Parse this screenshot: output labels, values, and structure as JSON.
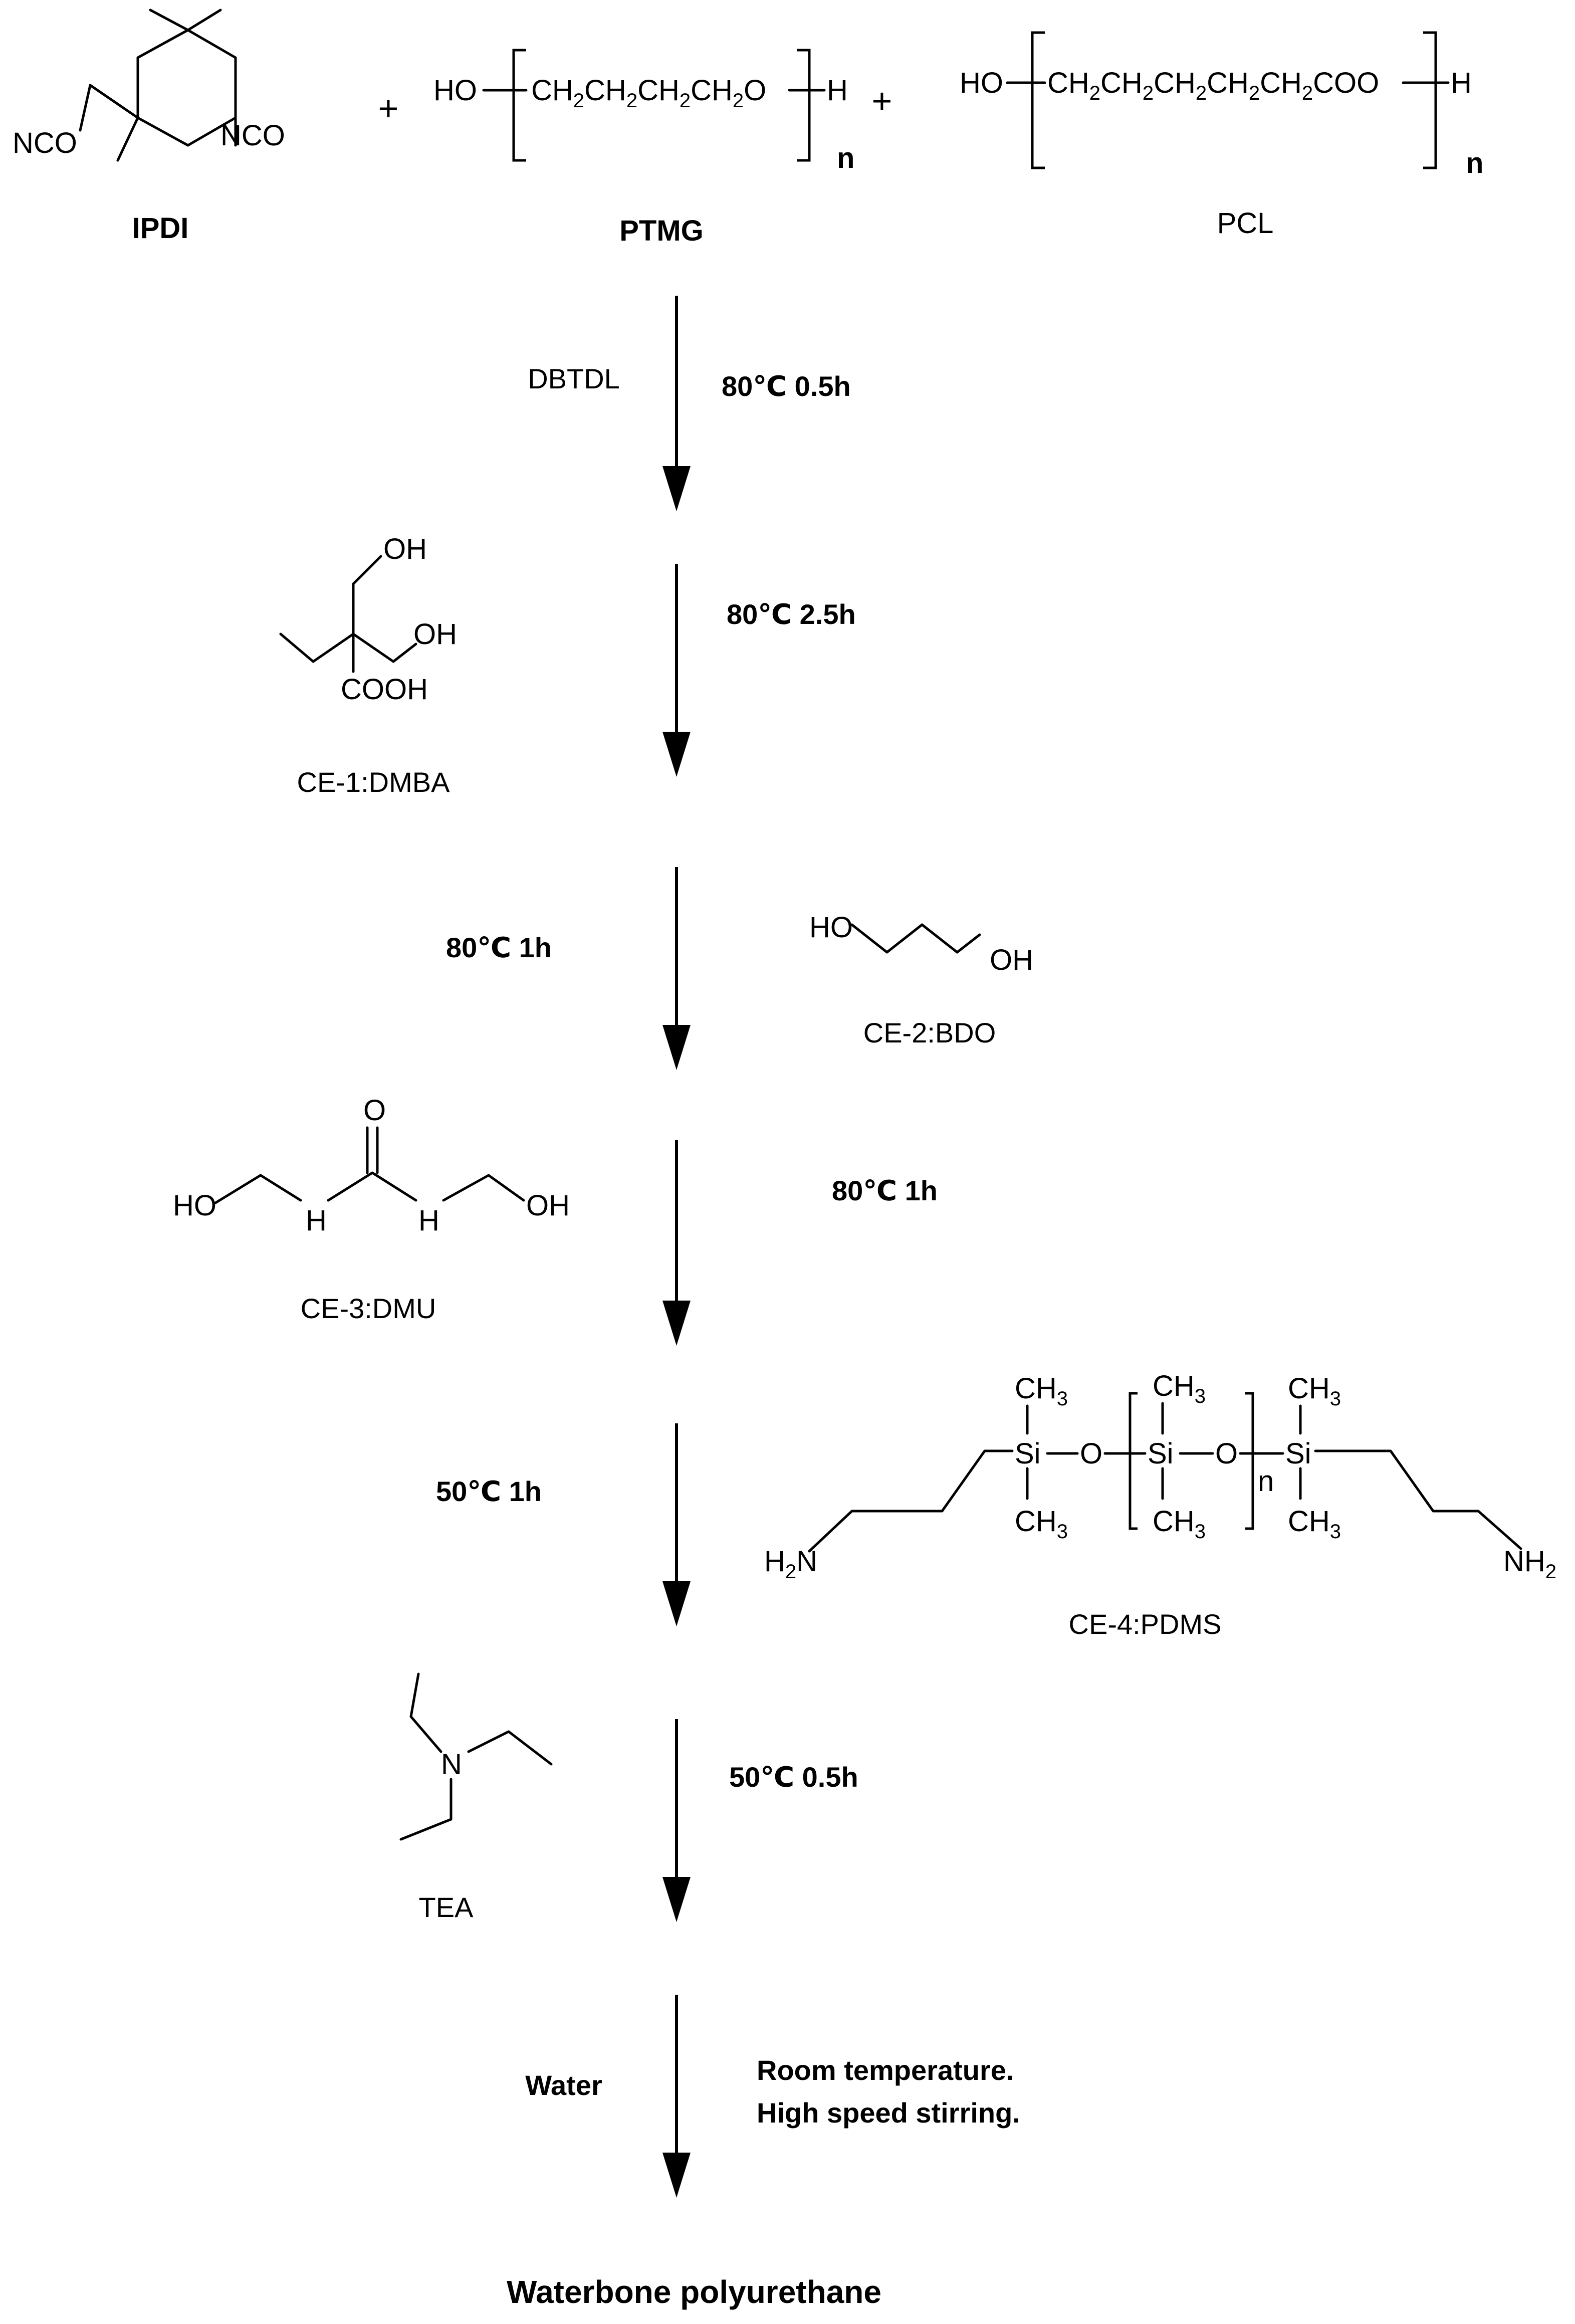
{
  "reactants": {
    "plus_sign": "+",
    "ipdi": {
      "name": "IPDI",
      "group_left": "NCO",
      "group_right": "NCO"
    },
    "ptmg": {
      "name": "PTMG",
      "end_left": "HO",
      "repeat_unit": "CH2CH2CH2CH2O",
      "end_right": "H",
      "subscript": "n"
    },
    "pcl": {
      "name": "PCL",
      "end_left": "HO",
      "repeat_unit": "CH2CH2CH2CH2CH2COO",
      "end_right": "H",
      "subscript": "n"
    }
  },
  "steps": [
    {
      "reagent": "DBTDL",
      "conditions": "80℃  0.5h"
    },
    {
      "reagent": "CE-1:DMBA",
      "conditions": "80℃  2.5h"
    },
    {
      "reagent": "CE-2:BDO",
      "conditions": "80℃  1h"
    },
    {
      "reagent": "CE-3:DMU",
      "conditions": "80℃  1h"
    },
    {
      "reagent": "CE-4:PDMS",
      "conditions": "50℃  1h"
    },
    {
      "reagent": "TEA",
      "conditions": "50℃  0.5h"
    },
    {
      "reagent": "Water",
      "conditions_line1": "Room temperature.",
      "conditions_line2": "High speed stirring."
    }
  ],
  "structures": {
    "dmba": {
      "oh_top": "OH",
      "oh_right": "OH",
      "cooh": "COOH"
    },
    "bdo": {
      "oh_left": "HO",
      "oh_right": "OH"
    },
    "dmu": {
      "o": "O",
      "ho": "HO",
      "oh": "OH",
      "nh_left": "H",
      "nh_right": "H"
    },
    "pdms": {
      "ch3": "CH3",
      "si": "Si",
      "o": "O",
      "subscript": "n",
      "h2n": "H2N",
      "nh2": "NH2"
    },
    "tea": {
      "n": "N"
    }
  },
  "product": "Waterbone polyurethane"
}
